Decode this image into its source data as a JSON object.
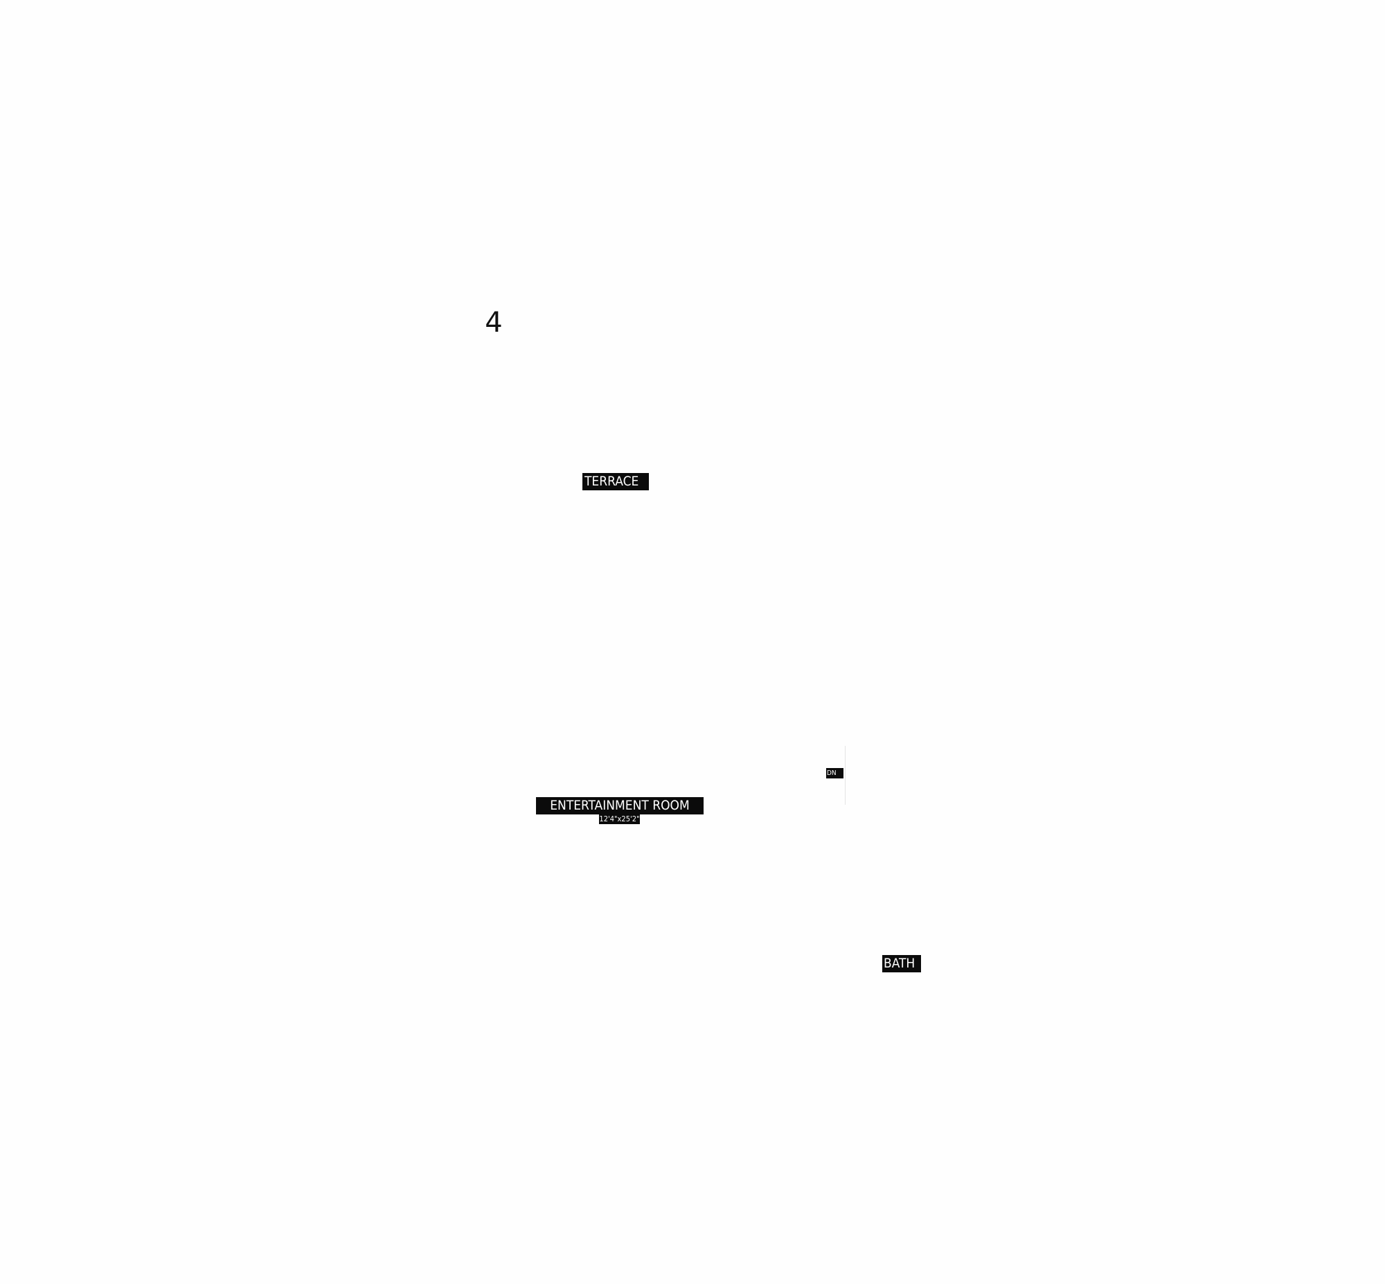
{
  "floor_plan": {
    "floor_number": "4",
    "rooms": {
      "terrace": {
        "name": "TERRACE"
      },
      "entertainment_room": {
        "name": "ENTERTAINMENT ROOM",
        "dimensions": "12'4\"x25'2\""
      },
      "bath": {
        "name": "BATH"
      }
    },
    "stair": {
      "direction_label": "DN"
    }
  },
  "colors": {
    "background": "#fefefe",
    "label_background": "#0b0b0b",
    "label_text": "#ffffff"
  }
}
